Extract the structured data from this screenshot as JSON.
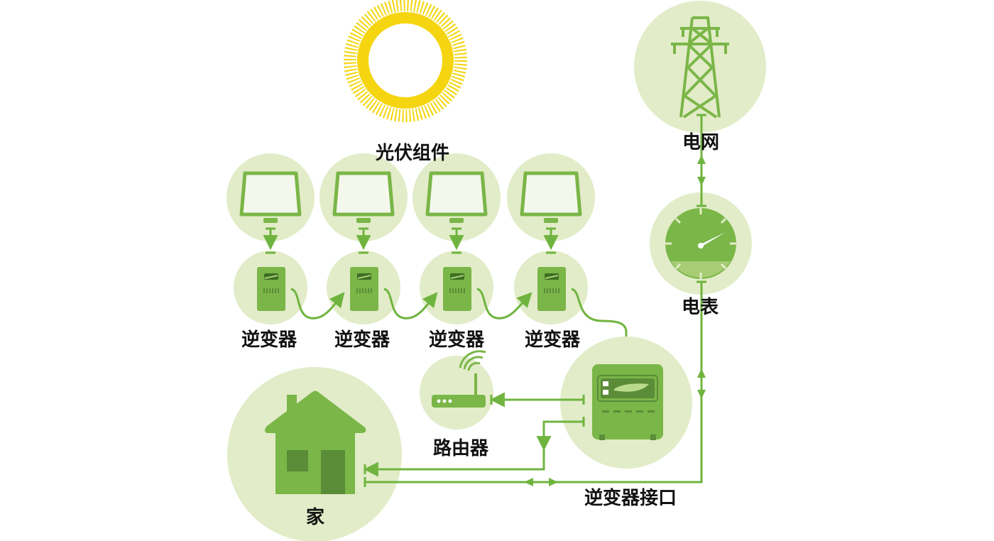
{
  "labels": {
    "pv_modules": "光伏组件",
    "microinverter": "逆变器",
    "router": "路由器",
    "home": "家",
    "grid": "电网",
    "meter": "电表",
    "inverter_interface": "逆变器接口"
  },
  "colors": {
    "circle_fill": "#e2ecc8",
    "green": "#7ab648",
    "dark_green": "#5b8c38",
    "line": "#6fb43f",
    "sun": "#f5d50f"
  },
  "icons": [
    "sun-icon",
    "solar-panel-icon",
    "microinverter-icon",
    "router-icon",
    "house-icon",
    "transmission-tower-icon",
    "meter-icon",
    "gateway-icon"
  ]
}
